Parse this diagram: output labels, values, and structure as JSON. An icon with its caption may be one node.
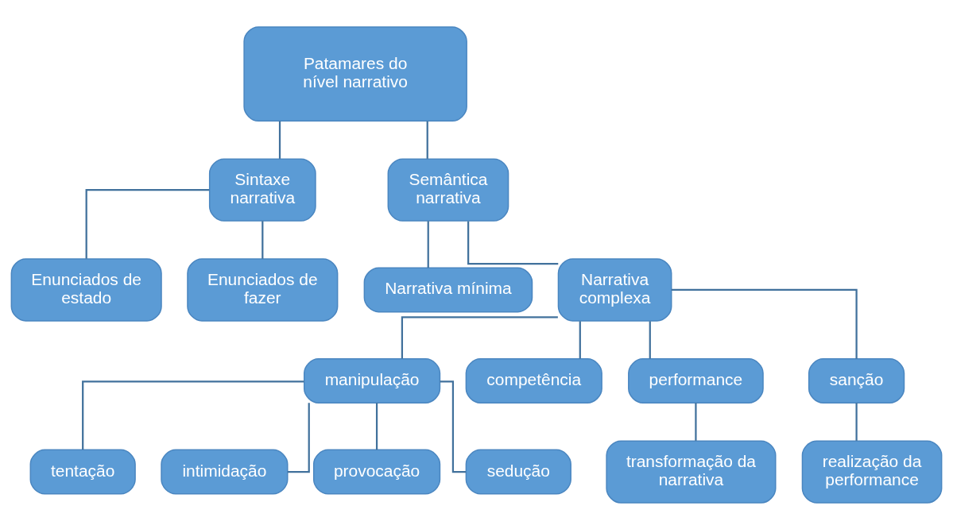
{
  "diagram": {
    "nodes": [
      {
        "text": [
          "Patamares do nível narrativo"
        ]
      },
      {
        "text": [
          "Sintaxe narrativa"
        ]
      },
      {
        "text": [
          "Semântica narrativa"
        ]
      },
      {
        "text": [
          "Enunciados de estado"
        ]
      },
      {
        "text": [
          "Enunciados de fazer"
        ]
      },
      {
        "text": [
          "Narrativa mínima"
        ]
      },
      {
        "text": [
          "Narrativa complexa"
        ]
      },
      {
        "text": [
          "manipulação"
        ]
      },
      {
        "text": [
          "competência"
        ]
      },
      {
        "text": [
          "performance"
        ]
      },
      {
        "text": [
          "sanção"
        ]
      },
      {
        "text": [
          "tentação"
        ]
      },
      {
        "text": [
          "intimidação"
        ]
      },
      {
        "text": [
          "provocação"
        ]
      },
      {
        "text": [
          "sedução"
        ]
      },
      {
        "text": [
          "transformação da narrativa"
        ]
      },
      {
        "text": [
          "realização da performance"
        ]
      }
    ],
    "edges": [
      {
        "from": 0,
        "to": 1,
        "arrow": "none"
      },
      {
        "from": 0,
        "to": 2,
        "arrow": "none"
      },
      {
        "from": 1,
        "to": 3,
        "arrow": "none"
      },
      {
        "from": 1,
        "to": 4,
        "arrow": "none"
      },
      {
        "from": 2,
        "to": 5,
        "arrow": "none"
      },
      {
        "from": 2,
        "to": 6,
        "arrow": "none"
      },
      {
        "from": 6,
        "to": 7,
        "arrow": "none"
      },
      {
        "from": 6,
        "to": 8,
        "arrow": "none"
      },
      {
        "from": 6,
        "to": 9,
        "arrow": "none"
      },
      {
        "from": 6,
        "to": 10,
        "arrow": "none"
      },
      {
        "from": 7,
        "to": 11,
        "arrow": "none"
      },
      {
        "from": 7,
        "to": 12,
        "arrow": "none"
      },
      {
        "from": 7,
        "to": 13,
        "arrow": "none"
      },
      {
        "from": 7,
        "to": 14,
        "arrow": "none"
      },
      {
        "from": 9,
        "to": 15,
        "arrow": "none"
      },
      {
        "from": 10,
        "to": 16,
        "arrow": "none"
      }
    ]
  }
}
